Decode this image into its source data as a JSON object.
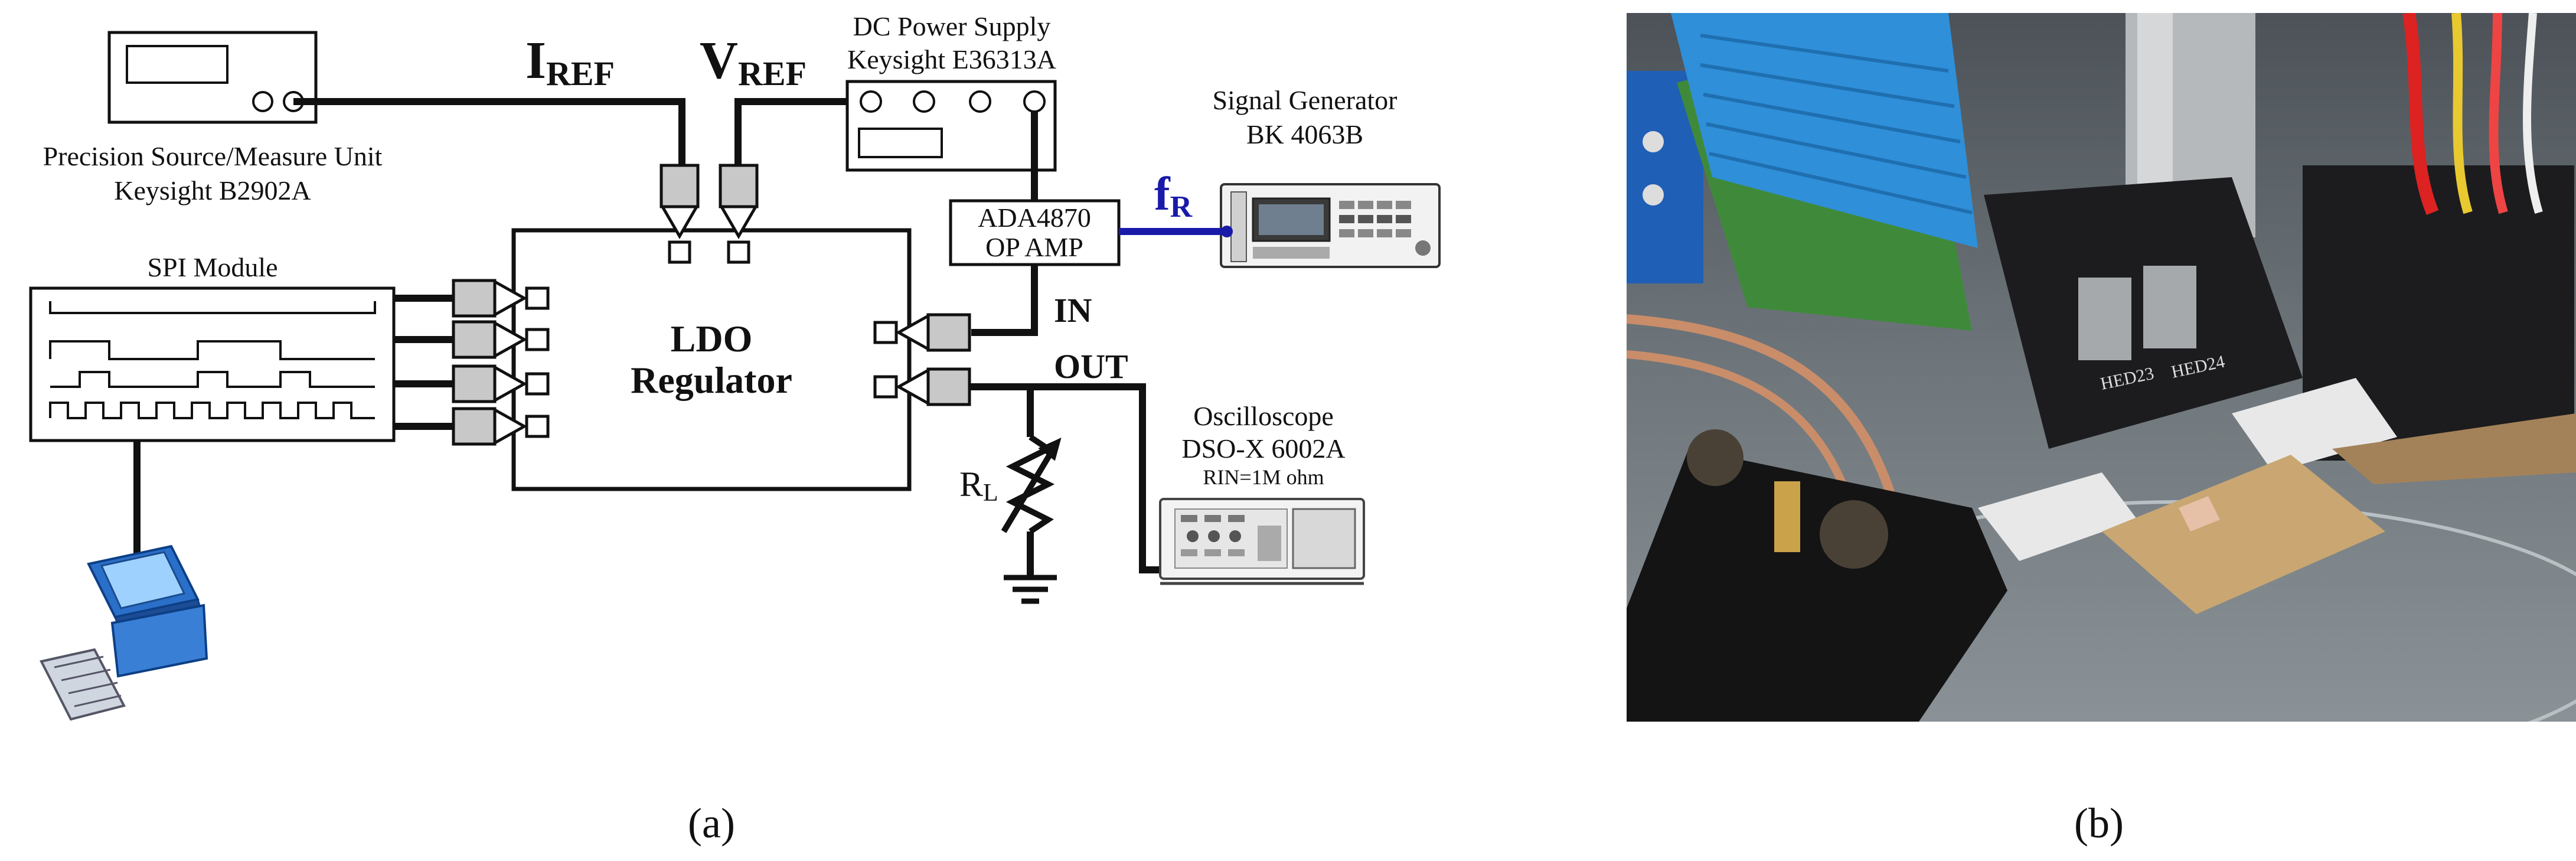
{
  "colors": {
    "wire": "#111111",
    "signal_wire": "#1a1aaa",
    "signal_text": "#1a1aaa",
    "connector_fill": "#c8c8c8",
    "heatsink_blue": "#2f8fd8",
    "pcb_green": "#3f8a3a",
    "board_tan": "#c9a672",
    "probe_block": "#1c1c1e"
  },
  "diagram": {
    "smu": {
      "line1": "Precision Source/Measure Unit",
      "line2": "Keysight B2902A"
    },
    "iref": {
      "main": "I",
      "sub": "REF"
    },
    "vref": {
      "main": "V",
      "sub": "REF"
    },
    "dc_supply": {
      "line1": "DC Power Supply",
      "line2": "Keysight E36313A"
    },
    "sig_gen": {
      "line1": "Signal Generator",
      "line2": "BK 4063B"
    },
    "opamp": {
      "line1": "ADA4870",
      "line2": "OP AMP"
    },
    "fr": {
      "main": "f",
      "sub": "R"
    },
    "spi_module": "SPI Module",
    "ldo": {
      "line1": "LDO",
      "line2": "Regulator"
    },
    "in_label": "IN",
    "out_label": "OUT",
    "rl": {
      "main": "R",
      "sub": "L"
    },
    "scope": {
      "line1": "Oscilloscope",
      "line2": "DSO-X 6002A",
      "line3": "RIN=1M ohm"
    }
  },
  "photo": {
    "labels": [
      "HED23",
      "HED24"
    ]
  },
  "captions": {
    "a": "(a)",
    "b": "(b)"
  }
}
